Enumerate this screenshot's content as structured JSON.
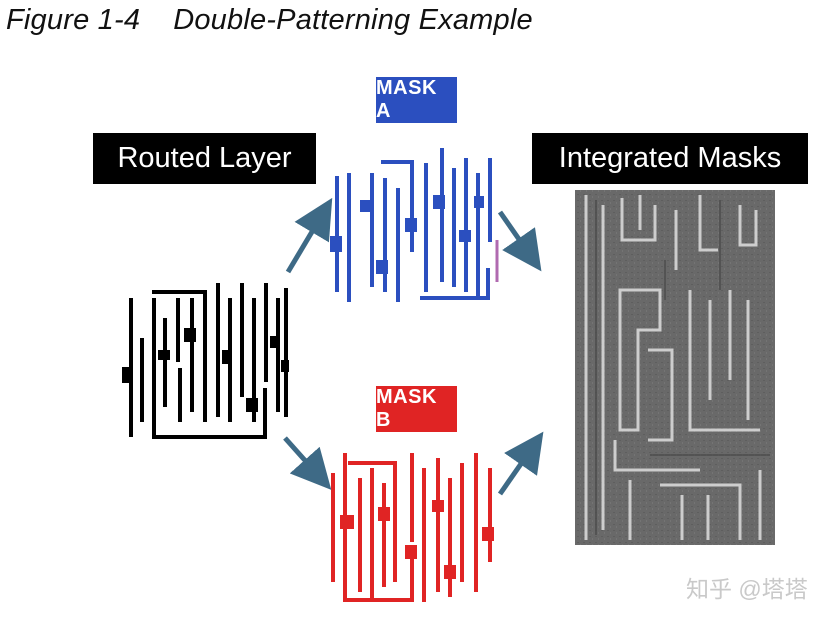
{
  "figure": {
    "title": "Figure 1-4    Double-Patterning Example"
  },
  "labels": {
    "routed_layer": "Routed Layer",
    "integrated_masks": "Integrated Masks",
    "mask_a": "MASK A",
    "mask_b": "MASK B"
  },
  "colors": {
    "mask_a": "#2b4fbf",
    "mask_b": "#e02424",
    "arrow": "#3e6a86",
    "label_bg": "#000000",
    "routed_lines": "#000000",
    "sem_background": "#6a6a6a"
  },
  "watermark": "知乎 @塔塔"
}
